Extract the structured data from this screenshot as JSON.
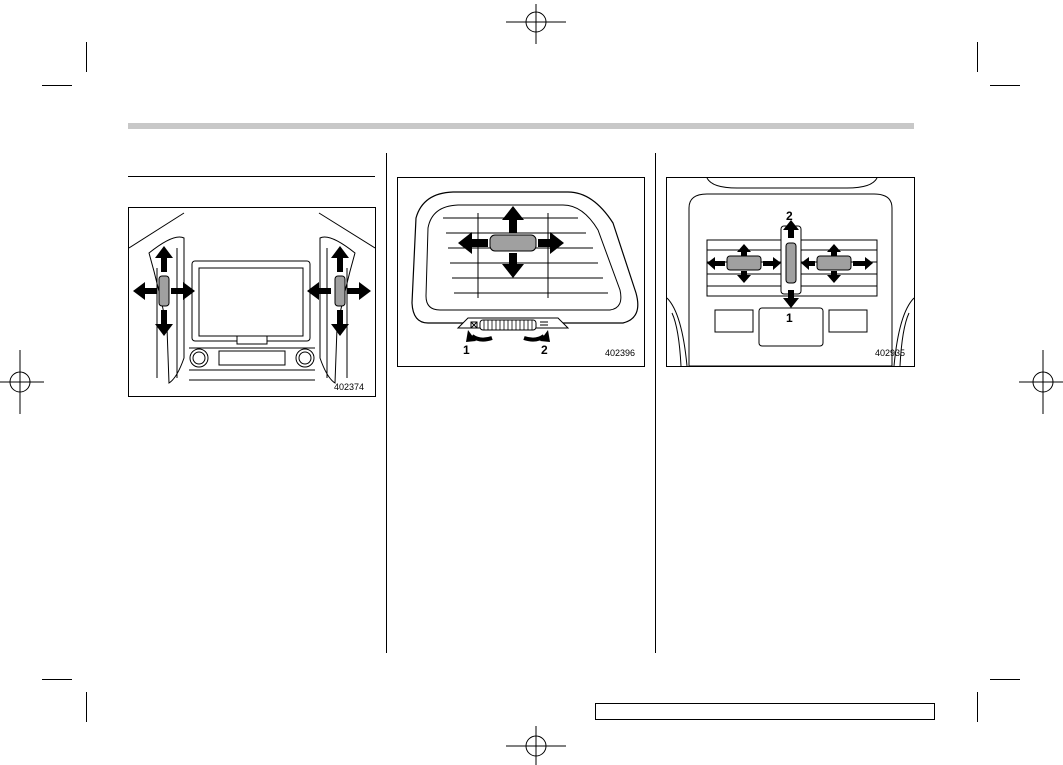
{
  "figures": {
    "front_vents": {
      "id_label": "402374"
    },
    "side_vent": {
      "id_label": "402396",
      "callout_1": "1",
      "callout_2": "2"
    },
    "rear_vent": {
      "id_label": "402935",
      "callout_1": "1",
      "callout_2": "2"
    }
  },
  "colors": {
    "rule": "#000000",
    "header_bar": "#c8c8c8",
    "knob_fill": "#a0a0a0"
  }
}
